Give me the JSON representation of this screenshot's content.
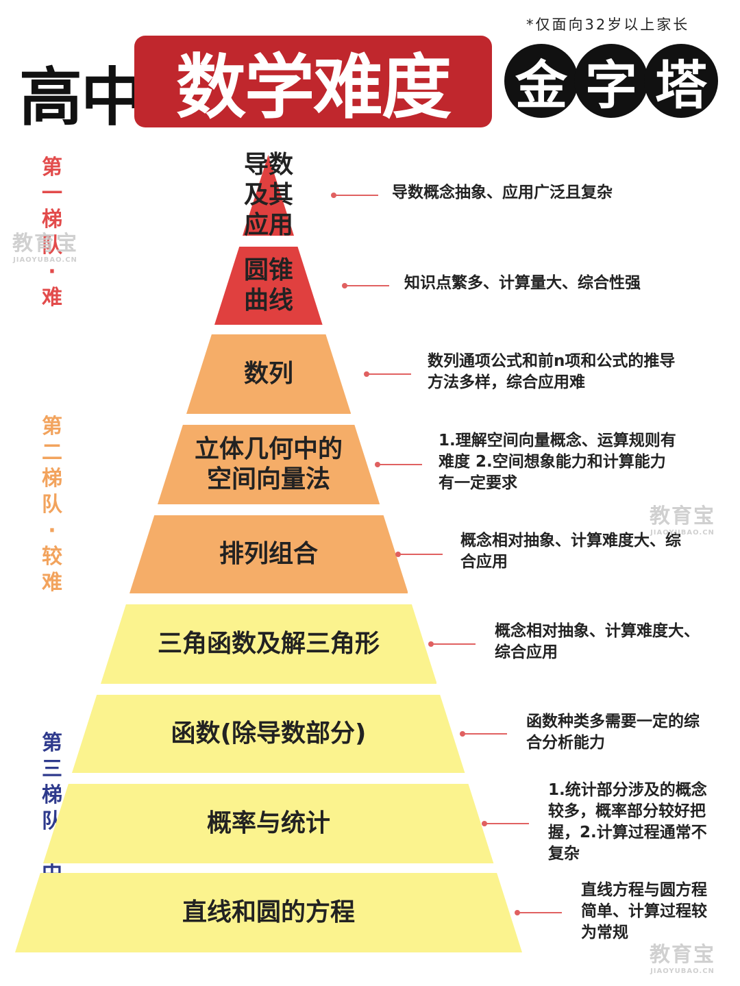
{
  "header": {
    "note": "*仅面向32岁以上家长",
    "title_left": "高中",
    "title_highlight": "数学难度",
    "title_circles": [
      "金",
      "字",
      "塔"
    ]
  },
  "tiers": [
    {
      "label": "第一梯队·难",
      "color": "#e24b4b"
    },
    {
      "label": "第二梯队·较难",
      "color": "#f2a35d"
    },
    {
      "label": "第三梯队·中",
      "color": "#2e3a8c"
    }
  ],
  "pyramid": [
    {
      "topic": "导数\n及其应用",
      "description": "导数概念抽象、应用广泛且复杂",
      "tier": 1,
      "color": "#e0403f"
    },
    {
      "topic": "圆锥\n曲线",
      "description": "知识点繁多、计算量大、综合性强",
      "tier": 1,
      "color": "#e0403f"
    },
    {
      "topic": "数列",
      "description": "数列通项公式和前n项和公式的推导\n方法多样，综合应用难",
      "tier": 2,
      "color": "#f5ad68"
    },
    {
      "topic": "立体几何中的\n空间向量法",
      "description": "1.理解空间向量概念、运算规则有\n难度  2.空间想象能力和计算能力\n有一定要求",
      "tier": 2,
      "color": "#f5ad68"
    },
    {
      "topic": "排列组合",
      "description": "概念相对抽象、计算难度大、综\n合应用",
      "tier": 2,
      "color": "#f5ad68"
    },
    {
      "topic": "三角函数及解三角形",
      "description": "概念相对抽象、计算难度大、\n综合应用",
      "tier": 3,
      "color": "#fbf38e"
    },
    {
      "topic": "函数(除导数部分)",
      "description": "函数种类多需要一定的综\n合分析能力",
      "tier": 3,
      "color": "#fbf38e"
    },
    {
      "topic": "概率与统计",
      "description": "1.统计部分涉及的概念\n较多，概率部分较好把\n握，2.计算过程通常不\n复杂",
      "tier": 3,
      "color": "#fbf38e"
    },
    {
      "topic": "直线和圆的方程",
      "description": "直线方程与圆方程\n简单、计算过程较\n为常规",
      "tier": 3,
      "color": "#fbf38e"
    }
  ],
  "watermark": {
    "main": "教育宝",
    "sub": "JIAOYUBAO.CN"
  }
}
